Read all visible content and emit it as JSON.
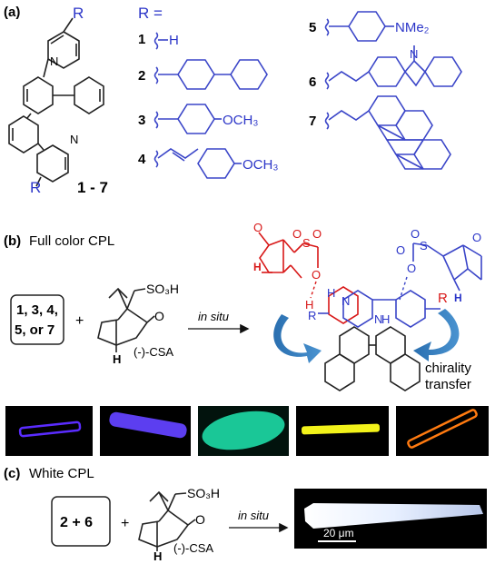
{
  "panel_a": {
    "label": "(a)",
    "r_equals": "R =",
    "r_top": "R",
    "r_bottom": "R",
    "n_top": "N",
    "n_bottom": "N",
    "range": "1 - 7",
    "entries": [
      {
        "num": "1",
        "text": "H"
      },
      {
        "num": "2",
        "text": ""
      },
      {
        "num": "3",
        "text": "OCH₃"
      },
      {
        "num": "4",
        "text": "OCH₃"
      },
      {
        "num": "5",
        "text": "NMe₂"
      },
      {
        "num": "6",
        "text": "N"
      },
      {
        "num": "7",
        "text": ""
      }
    ]
  },
  "panel_b": {
    "label": "(b)",
    "title": "Full  color CPL",
    "compounds_line1": "1, 3, 4,",
    "compounds_line2": "5, or 7",
    "plus": "+",
    "so3h": "SO₃H",
    "carbonyl": "O",
    "h_atom": "H",
    "csa": "(-)-CSA",
    "arrow_label": "in situ",
    "chirality_line1": "chirality",
    "chirality_line2": "transfer",
    "complex": {
      "o_red": "O",
      "s_red": "S",
      "o_red2": "O",
      "o_red3": "O",
      "h_red": "H",
      "h_red2": "H",
      "n_left": "N",
      "n_right": "N",
      "r_left": "R",
      "r_right": "R",
      "h_left": "H",
      "h_right": "H",
      "o_blue": "O",
      "s_blue": "S",
      "o_blue2": "O",
      "o_blue3": "O",
      "o_blue4": "O",
      "h_blue": "H"
    },
    "crystal_colors": [
      "#5a2cff",
      "#5c3ef0",
      "#1fe8b0",
      "#f2f21a",
      "#ff7a10"
    ]
  },
  "panel_c": {
    "label": "(c)",
    "title": "White CPL",
    "compounds": "2 + 6",
    "plus": "+",
    "so3h": "SO₃H",
    "carbonyl": "O",
    "h_atom": "H",
    "csa": "(-)-CSA",
    "arrow_label": "in situ",
    "scale_bar": "20 μm"
  }
}
